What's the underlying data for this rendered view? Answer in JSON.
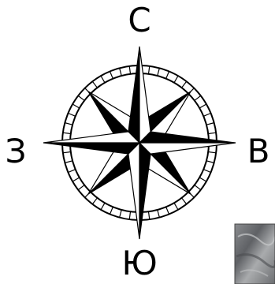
{
  "compass": {
    "north": "С",
    "south": "Ю",
    "east": "В",
    "west": "З"
  },
  "colors": {
    "ink": "#000000",
    "paper": "#ffffff",
    "stone_dark": "#5f6165",
    "stone_light": "#a9abad"
  },
  "icons": {
    "compass_rose": "compass-rose-icon",
    "corner_thumbnail": "marble-texture-thumbnail"
  }
}
